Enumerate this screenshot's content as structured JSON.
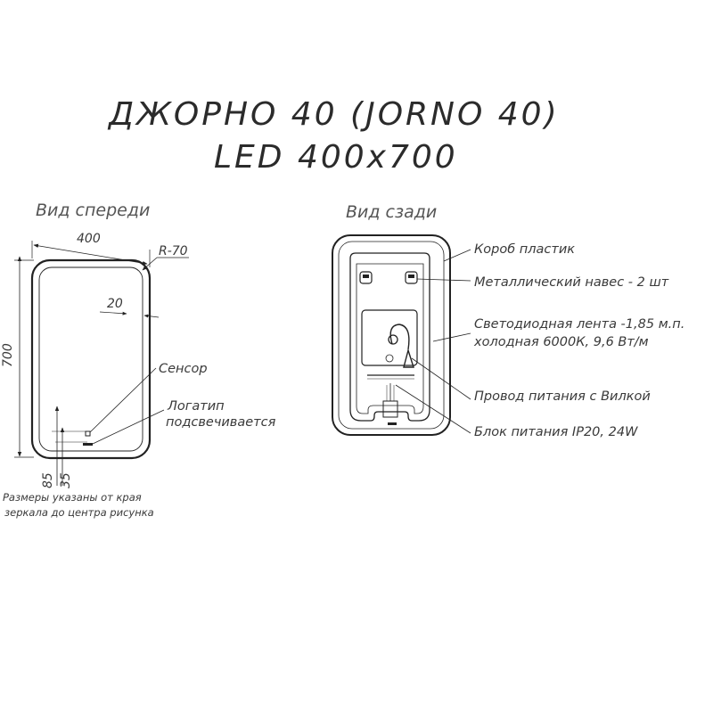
{
  "title": {
    "line1": "ДЖОРНО 40 (JORNO 40)",
    "line2": "LED 400x700"
  },
  "front": {
    "heading": "Вид спереди",
    "dim_width": "400",
    "dim_height": "700",
    "dim_radius": "R-70",
    "dim_inset": "20",
    "dim_bottom_sensor": "85",
    "dim_bottom_logo": "35",
    "label_sensor": "Сенсор",
    "label_logo_line1": "Логатип",
    "label_logo_line2": "подсвечивается",
    "note_line1": "Размеры указаны от края",
    "note_line2": "зеркала до центра рисунка"
  },
  "back": {
    "heading": "Вид сзади",
    "label_box": "Короб пластик",
    "label_hangers": "Металлический навес - 2 шт",
    "label_led_line1": "Светодиодная лента -1,85 м.п.",
    "label_led_line2": "холодная 6000К, 9,6 Вт/м",
    "label_cable": "Провод питания с Вилкой",
    "label_psu": "Блок питания IP20, 24W"
  }
}
